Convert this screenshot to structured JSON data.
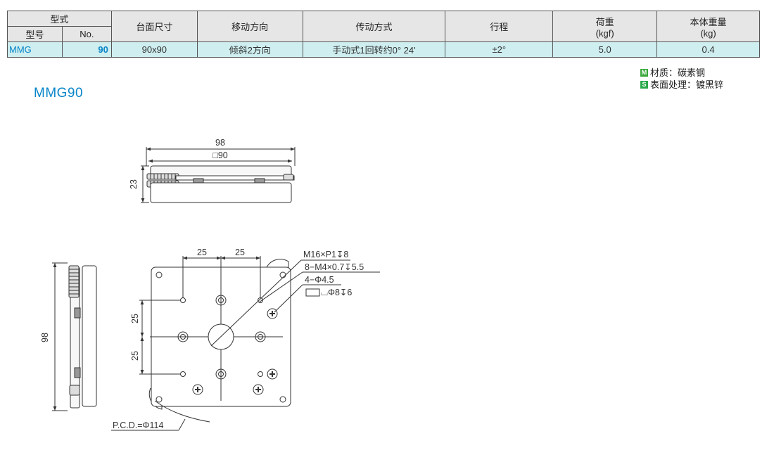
{
  "table": {
    "headers": {
      "style": "型式",
      "model": "型号",
      "no": "No.",
      "table_size": "台面尺寸",
      "direction": "移动方向",
      "drive": "传动方式",
      "stroke": "行程",
      "load": "荷重",
      "load_unit": "(kgf)",
      "weight": "本体重量",
      "weight_unit": "(kg)"
    },
    "row": {
      "model": "MMG",
      "no": "90",
      "table_size": "90x90",
      "direction": "倾斜2方向",
      "drive": "手动式1回转约0° 24'",
      "stroke": "±2°",
      "load": "5.0",
      "weight": "0.4"
    }
  },
  "notes": {
    "material_badge": "M",
    "material": "材质：碳素钢",
    "surface_badge": "S",
    "surface": "表面处理：镀黑锌"
  },
  "product_title": "MMG90",
  "drawing": {
    "front_width": "98",
    "front_table": "□90",
    "front_height": "23",
    "side_height": "98",
    "dim_x1": "25",
    "dim_x2": "25",
    "dim_y1": "25",
    "dim_y2": "25",
    "callout_thread": "M16×P1↧8",
    "callout_holes": "8−M4×0.7↧5.5",
    "callout_thru": "4−Φ4.5",
    "callout_cbore": "⌴Φ8↧6",
    "pcd": "P.C.D.=Φ114"
  },
  "colors": {
    "accent": "#0a86c8",
    "table_header_bg": "#e6e6e6",
    "table_row_bg": "#cfeef0",
    "badge_green": "#3aa83a"
  }
}
